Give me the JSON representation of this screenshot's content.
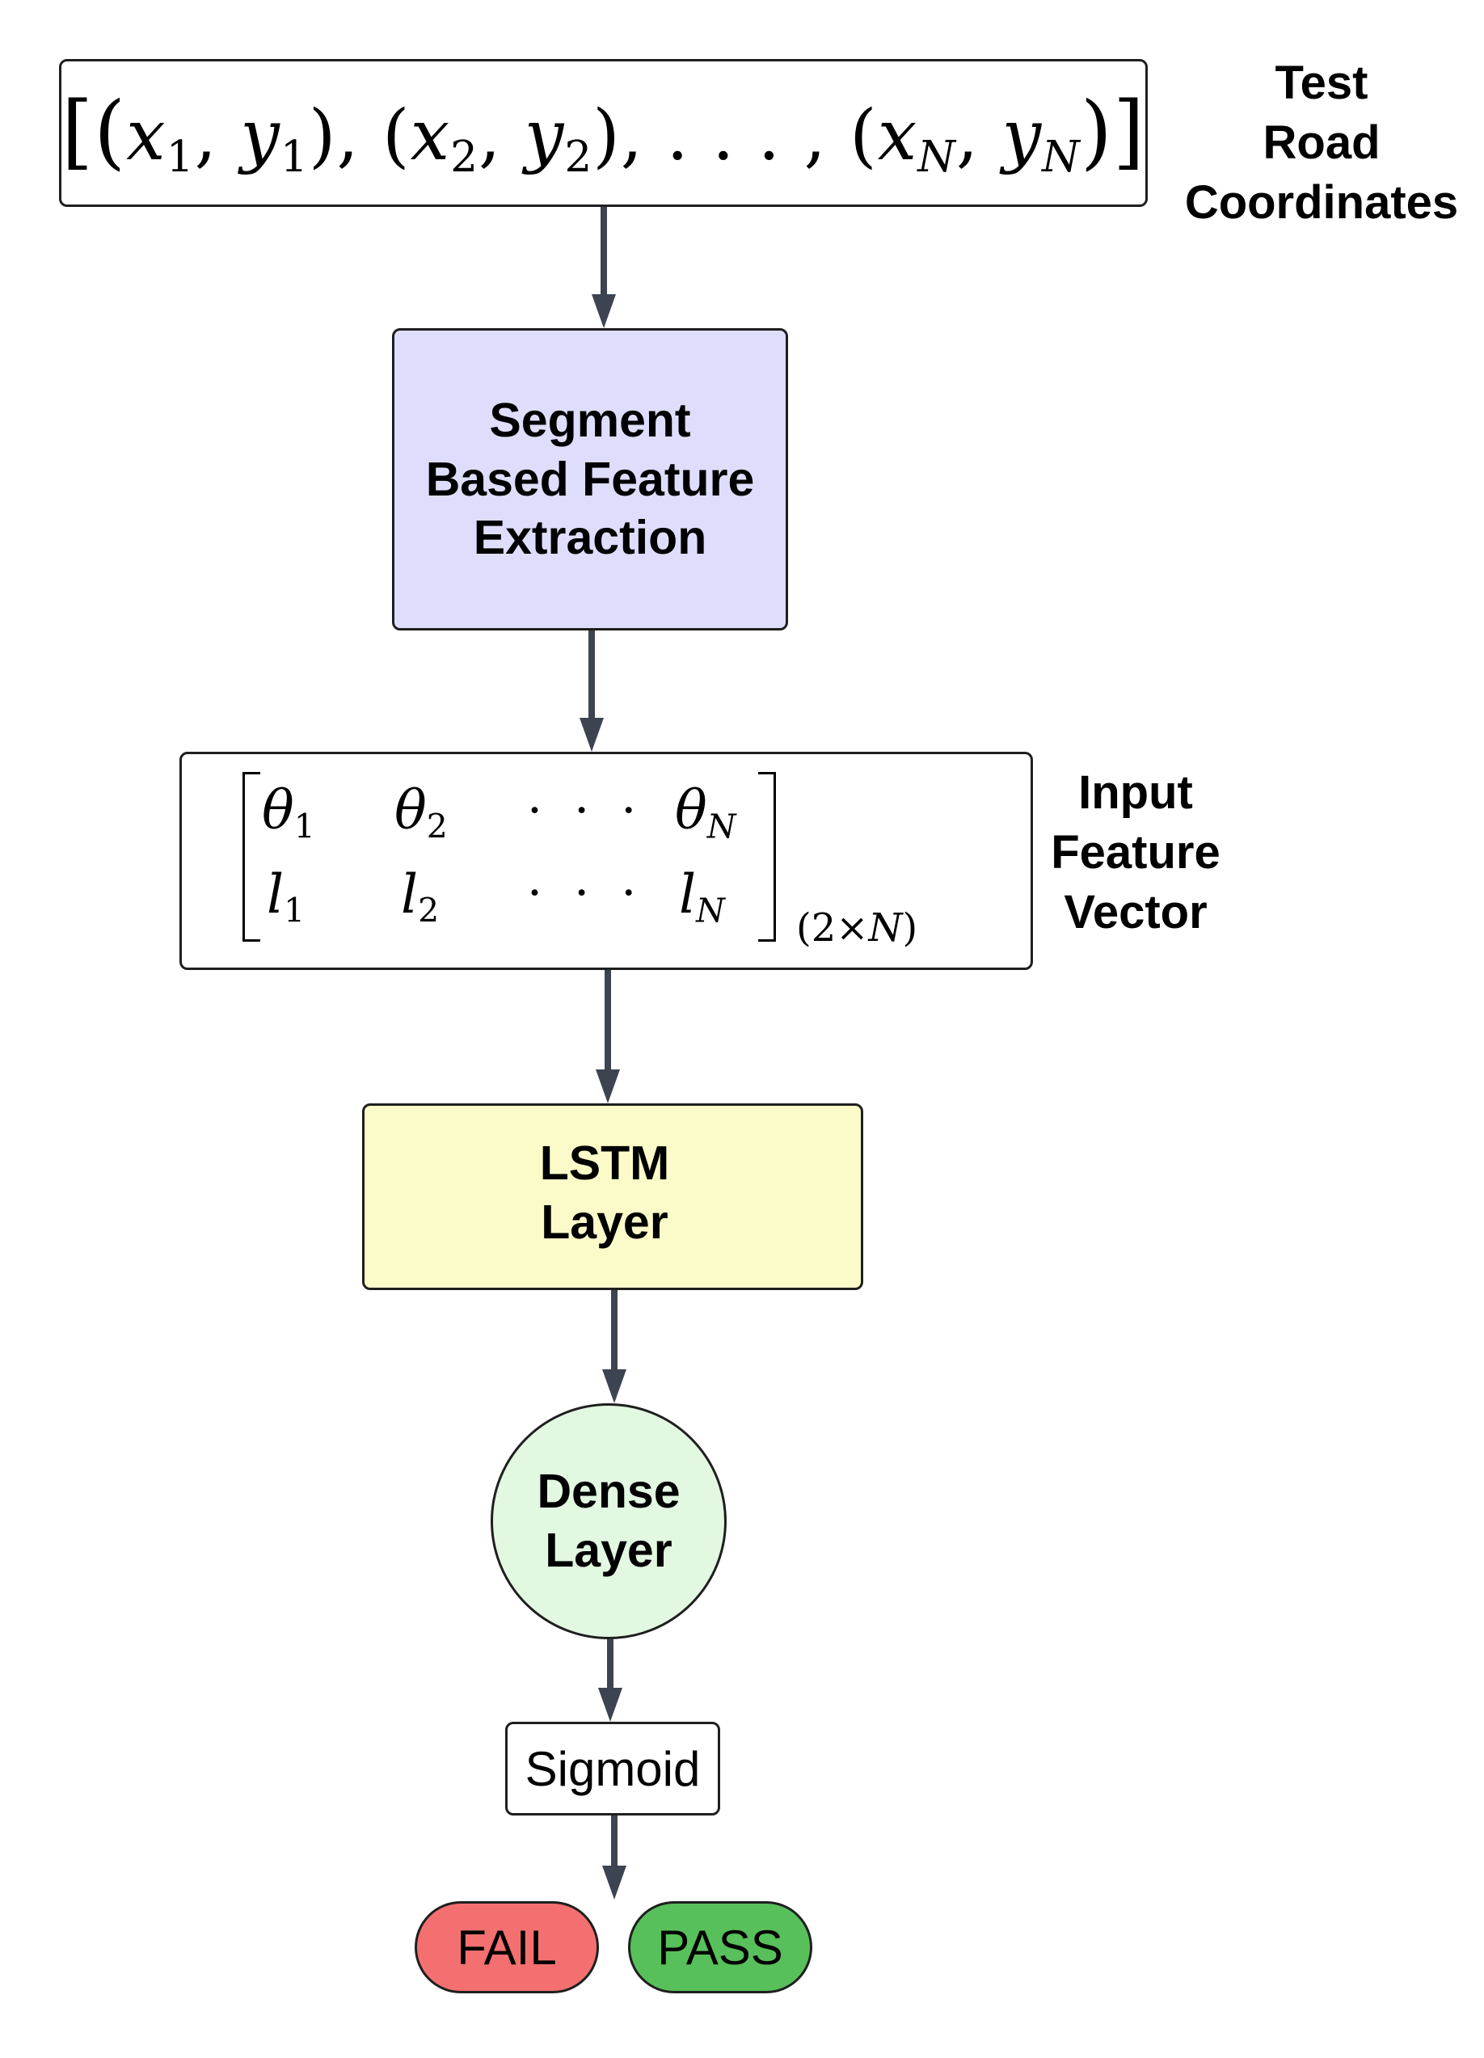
{
  "nodes": {
    "coords_expr": "[(x1, y1), (x2, y2), ..., (xN, yN)]",
    "coords_label": [
      "Test",
      "Road",
      "Coordinates"
    ],
    "segment": [
      "Segment",
      "Based Feature",
      "Extraction"
    ],
    "matrix": {
      "row1": [
        "θ1",
        "θ2",
        "⋯",
        "θN"
      ],
      "row2": [
        "l1",
        "l2",
        "⋯",
        "lN"
      ],
      "dim": "(2×N)"
    },
    "feature_label": [
      "Input",
      "Feature",
      "Vector"
    ],
    "lstm": [
      "LSTM",
      "Layer"
    ],
    "dense": [
      "Dense",
      "Layer"
    ],
    "sigmoid": "Sigmoid",
    "fail": "FAIL",
    "pass": "PASS"
  },
  "colors": {
    "segment_fill": "#dedefc",
    "lstm_fill": "#fbfac9",
    "dense_fill": "#e2f8e1",
    "fail_fill": "#f47070",
    "pass_fill": "#58c05a",
    "arrow": "#3d4451"
  }
}
